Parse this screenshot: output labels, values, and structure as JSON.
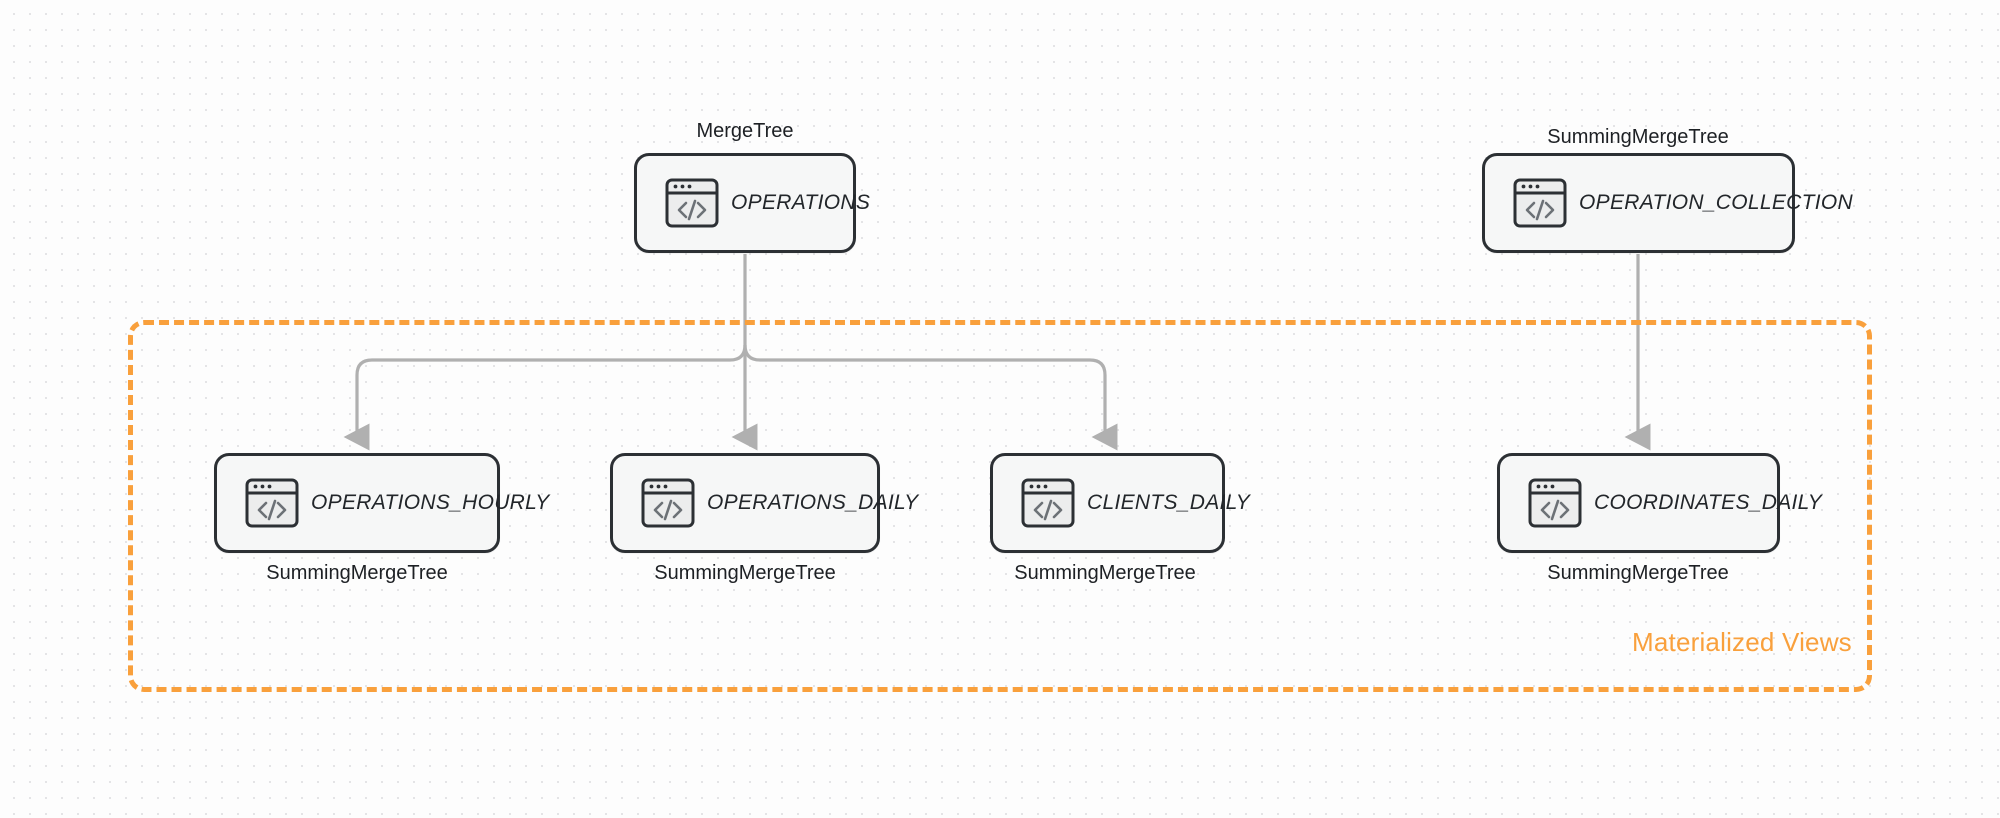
{
  "diagram": {
    "title": "ClickHouse table and materialized view topology",
    "background": "#fdfdfd",
    "accent_color": "#f9a03c",
    "edge_color": "#b0b0b0",
    "node_border_color": "#2c3034",
    "node_fill_color": "#f6f7f7"
  },
  "group": {
    "label": "Materialized Views",
    "color": "#f9a03c",
    "style": "dashed"
  },
  "nodes": [
    {
      "id": "operations",
      "label": "OPERATIONS",
      "engine": "MergeTree",
      "engine_position": "above",
      "icon": "code-window-icon"
    },
    {
      "id": "operation_collection",
      "label": "OPERATION_COLLECTION",
      "engine": "SummingMergeTree",
      "engine_position": "above",
      "icon": "code-window-icon"
    },
    {
      "id": "operations_hourly",
      "label": "OPERATIONS_HOURLY",
      "engine": "SummingMergeTree",
      "engine_position": "below",
      "icon": "code-window-icon"
    },
    {
      "id": "operations_daily",
      "label": "OPERATIONS_DAILY",
      "engine": "SummingMergeTree",
      "engine_position": "below",
      "icon": "code-window-icon"
    },
    {
      "id": "clients_daily",
      "label": "CLIENTS_DAILY",
      "engine": "SummingMergeTree",
      "engine_position": "below",
      "icon": "code-window-icon"
    },
    {
      "id": "coordinates_daily",
      "label": "COORDINATES_DAILY",
      "engine": "SummingMergeTree",
      "engine_position": "below",
      "icon": "code-window-icon"
    }
  ],
  "edges": [
    {
      "from": "operations",
      "to": "operations_hourly",
      "arrow": "down"
    },
    {
      "from": "operations",
      "to": "operations_daily",
      "arrow": "down"
    },
    {
      "from": "operations",
      "to": "clients_daily",
      "arrow": "down"
    },
    {
      "from": "operation_collection",
      "to": "coordinates_daily",
      "arrow": "down"
    }
  ]
}
